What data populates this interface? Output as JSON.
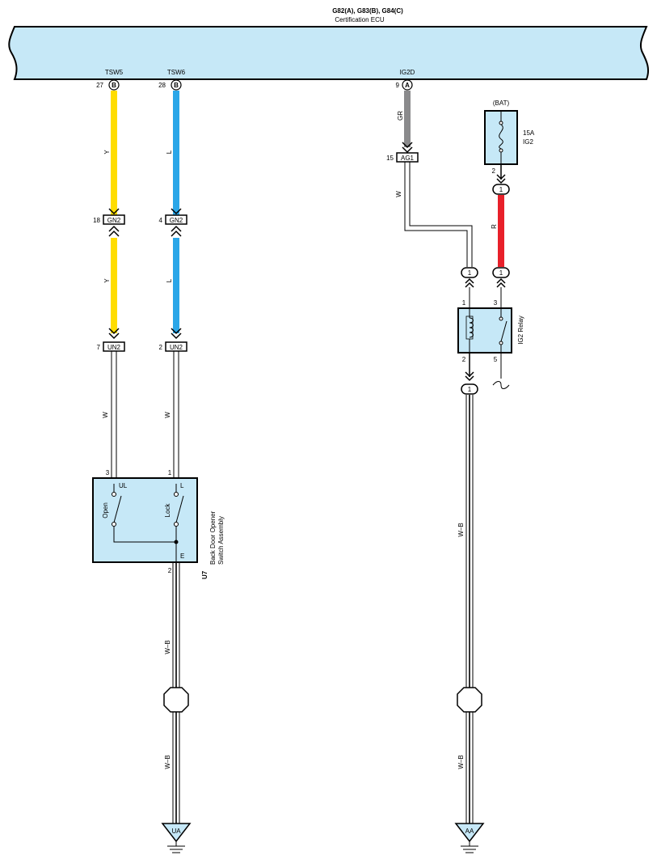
{
  "ecu": {
    "connectors_label": "G82(A), G83(B), G84(C)",
    "name": "Certification ECU",
    "pins": [
      {
        "name": "TSW5",
        "number": "27",
        "connector": "B"
      },
      {
        "name": "TSW6",
        "number": "28",
        "connector": "B"
      },
      {
        "name": "IG2D",
        "number": "9",
        "connector": "A"
      }
    ]
  },
  "wires": {
    "tsw5_upper": "Y",
    "tsw5_lower": "Y",
    "tsw5_switch": "W",
    "tsw6_upper": "L",
    "tsw6_lower": "L",
    "tsw6_switch": "W",
    "ig2d_gray": "GR",
    "ig2d_white": "W",
    "fuse_red": "R",
    "relay_out": "W–B",
    "switch_ground_1": "W–B",
    "switch_ground_2": "W–B",
    "relay_ground_2": "W–B"
  },
  "connectors": {
    "gn2_left": {
      "pin": "18",
      "name": "GN2"
    },
    "gn2_right": {
      "pin": "4",
      "name": "GN2"
    },
    "un2_left": {
      "pin": "7",
      "name": "UN2"
    },
    "un2_right": {
      "pin": "2",
      "name": "UN2"
    },
    "ag1": {
      "pin": "15",
      "name": "AG1"
    }
  },
  "inline_pins": {
    "fuse_out": "1",
    "relay_in_left": "1",
    "relay_in_right": "1",
    "relay_out": "1"
  },
  "fuse": {
    "source": "(BAT)",
    "rating": "15A",
    "name": "IG2",
    "pin": "2"
  },
  "relay": {
    "name": "IG2 Relay",
    "pin1": "1",
    "pin2": "2",
    "pin3": "3",
    "pin5": "5"
  },
  "switch": {
    "code": "U7",
    "name_line1": "Back Door Opener",
    "name_line2": "Switch Assembly",
    "pin3": "3",
    "pin1": "1",
    "pin2": "2",
    "term_ul": "UL",
    "term_l": "L",
    "term_e": "E",
    "open_label": "Open",
    "lock_label": "Lock"
  },
  "grounds": {
    "left": "UA",
    "right": "AA"
  },
  "colors": {
    "ecu_fill": "#c6e8f7",
    "yellow": "#ffdd00",
    "blue": "#2aa6e8",
    "gray": "#8a8a8c",
    "red": "#e8202a",
    "box_fill": "#c6e8f7"
  }
}
